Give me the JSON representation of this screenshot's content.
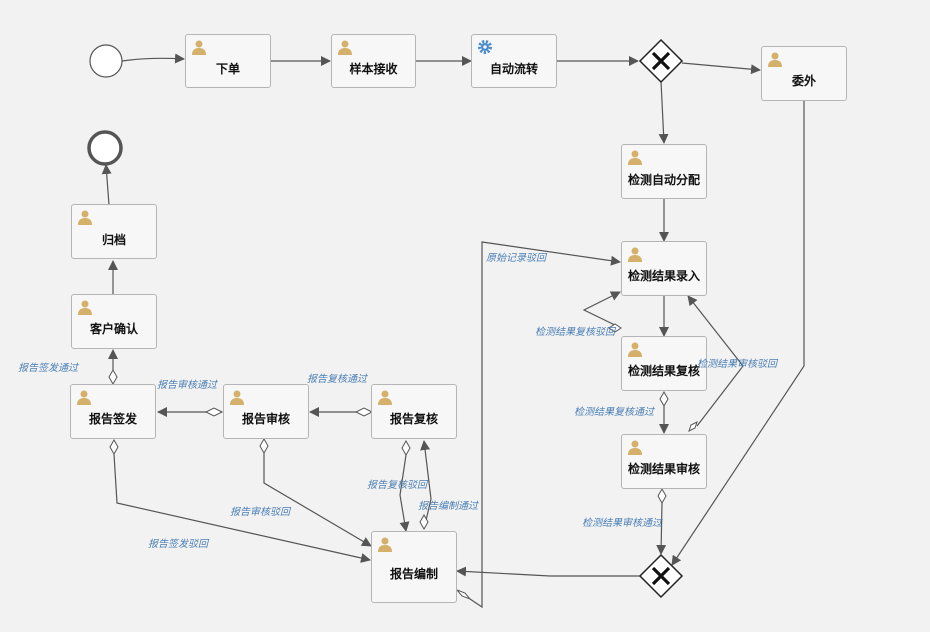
{
  "colors": {
    "background": "#f2f2f2",
    "task_fill": "#f7f7f7",
    "task_border": "#b5b5b5",
    "edge": "#555555",
    "flow_label": "#4a7fb5",
    "user_icon": "#d4b06a",
    "gear_icon": "#4a8cc9"
  },
  "tasks": [
    {
      "id": "xiadan",
      "label": "下单",
      "icon": "user-icon"
    },
    {
      "id": "yangben",
      "label": "样本接收",
      "icon": "user-icon"
    },
    {
      "id": "zidong",
      "label": "自动流转",
      "icon": "gear-icon"
    },
    {
      "id": "weiwai",
      "label": "委外",
      "icon": "user-icon"
    },
    {
      "id": "fenpei",
      "label": "检测自动分配",
      "icon": "user-icon"
    },
    {
      "id": "luru",
      "label": "检测结果录入",
      "icon": "user-icon"
    },
    {
      "id": "fuhe",
      "label": "检测结果复核",
      "icon": "user-icon"
    },
    {
      "id": "shenhe",
      "label": "检测结果审核",
      "icon": "user-icon"
    },
    {
      "id": "guidang",
      "label": "归档",
      "icon": "user-icon"
    },
    {
      "id": "kehu",
      "label": "客户确认",
      "icon": "user-icon"
    },
    {
      "id": "qianfa",
      "label": "报告签发",
      "icon": "user-icon"
    },
    {
      "id": "bgshenhe",
      "label": "报告审核",
      "icon": "user-icon"
    },
    {
      "id": "bgfuhe",
      "label": "报告复核",
      "icon": "user-icon"
    },
    {
      "id": "bianzhi",
      "label": "报告编制",
      "icon": "user-icon"
    }
  ],
  "flow_labels": [
    {
      "id": "ysjl",
      "text": "原始记录驳回"
    },
    {
      "id": "fhbh",
      "text": "检测结果复核驳回"
    },
    {
      "id": "shbh",
      "text": "检测结果审核驳回"
    },
    {
      "id": "fhtg",
      "text": "检测结果复核通过"
    },
    {
      "id": "shtg",
      "text": "检测结果审核通过"
    },
    {
      "id": "qftg",
      "text": "报告签发通过"
    },
    {
      "id": "bgshtg",
      "text": "报告审核通过"
    },
    {
      "id": "bgfhtg",
      "text": "报告复核通过"
    },
    {
      "id": "bgfhbh",
      "text": "报告复核驳回"
    },
    {
      "id": "bzth",
      "text": "报告编制通过"
    },
    {
      "id": "bgshbh",
      "text": "报告审核驳回"
    },
    {
      "id": "qfbh",
      "text": "报告签发驳回"
    }
  ]
}
